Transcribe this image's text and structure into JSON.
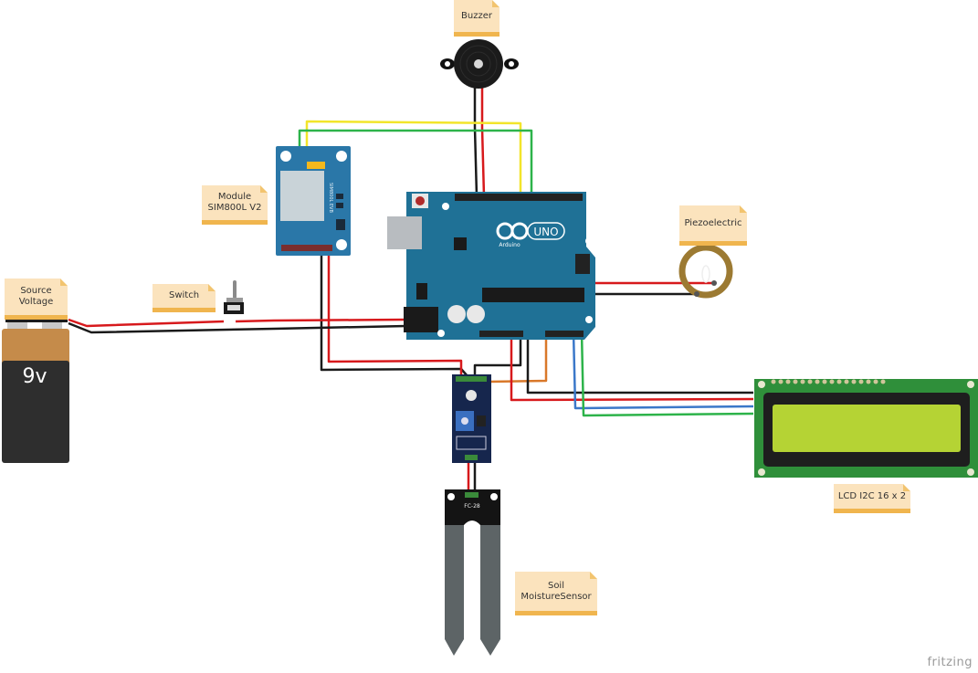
{
  "diagram": {
    "tool_watermark": "fritzing",
    "labels": {
      "buzzer": "Buzzer",
      "sim_module": "Module\nSIM800L V2",
      "source_voltage": "Source\nVoltage",
      "switch": "Switch",
      "piezo": "Piezoelectric",
      "lcd": "LCD I2C 16 x 2",
      "soil_sensor": "Soil\nMoistureSensor"
    },
    "components": {
      "battery_text": "9v",
      "arduino_brand": "Arduino",
      "arduino_model": "UNO",
      "soil_probe_model": "FC-28",
      "sim_board_text": "SIM800L EVB"
    },
    "wire_colors": {
      "power": "#d7191c",
      "ground": "#1a1a1a",
      "signal_yellow": "#f2e52a",
      "signal_green": "#2db34a",
      "signal_blue": "#3b78c9",
      "signal_orange": "#d9782a"
    },
    "board_colors": {
      "arduino": "#1f7196",
      "sim_module": "#2a77a8",
      "lcd_pcb": "#2f8f3a",
      "lcd_screen": "#b5d334",
      "sensor_module": "#16264d",
      "note_fill": "#fbe3bd",
      "note_border": "#f0b54e"
    }
  }
}
